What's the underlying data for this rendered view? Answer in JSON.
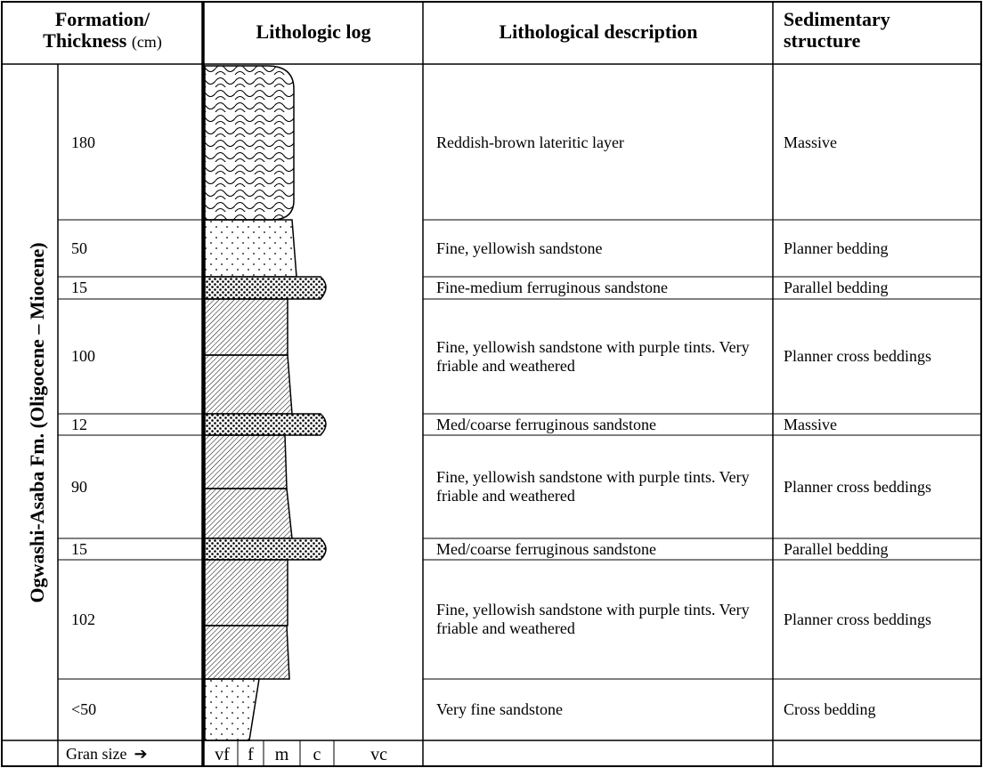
{
  "headers": {
    "formation_line1": "Formation/",
    "formation_line2": "Thickness",
    "formation_unit": "(cm)",
    "log": "Lithologic log",
    "description": "Lithological description",
    "structure_line1": "Sedimentary",
    "structure_line2": "structure"
  },
  "formation_name": "Ogwashi-Asaba Fm. (Oligocene – Miocene)",
  "layers": [
    {
      "thickness": "180",
      "description": "Reddish-brown lateritic layer",
      "structure": "Massive",
      "lithology": "laterite"
    },
    {
      "thickness": "50",
      "description": "Fine, yellowish sandstone",
      "structure": "Planner bedding",
      "lithology": "fine-sand"
    },
    {
      "thickness": "15",
      "description": "Fine-medium ferruginous sandstone",
      "structure": "Parallel bedding",
      "lithology": "ferruginous"
    },
    {
      "thickness": "100",
      "description": "Fine, yellowish sandstone with purple tints. Very friable and weathered",
      "structure": "Planner cross beddings",
      "lithology": "cross-bedded"
    },
    {
      "thickness": "12",
      "description": "Med/coarse ferruginous sandstone",
      "structure": "Massive",
      "lithology": "ferruginous"
    },
    {
      "thickness": "90",
      "description": "Fine, yellowish sandstone with purple tints. Very friable and weathered",
      "structure": "Planner cross beddings",
      "lithology": "cross-bedded"
    },
    {
      "thickness": "15",
      "description": "Med/coarse ferruginous sandstone",
      "structure": "Parallel bedding",
      "lithology": "ferruginous"
    },
    {
      "thickness": "102",
      "description": "Fine, yellowish sandstone with purple tints. Very friable and weathered",
      "structure": "Planner cross beddings",
      "lithology": "cross-bedded"
    },
    {
      "thickness": "<50",
      "description": "Very fine sandstone",
      "structure": "Cross bedding",
      "lithology": "very-fine-sand"
    }
  ],
  "grain_size": {
    "label": "Gran size",
    "arrow": "➔",
    "classes": [
      "vf",
      "f",
      "m",
      "c",
      "vc"
    ]
  }
}
